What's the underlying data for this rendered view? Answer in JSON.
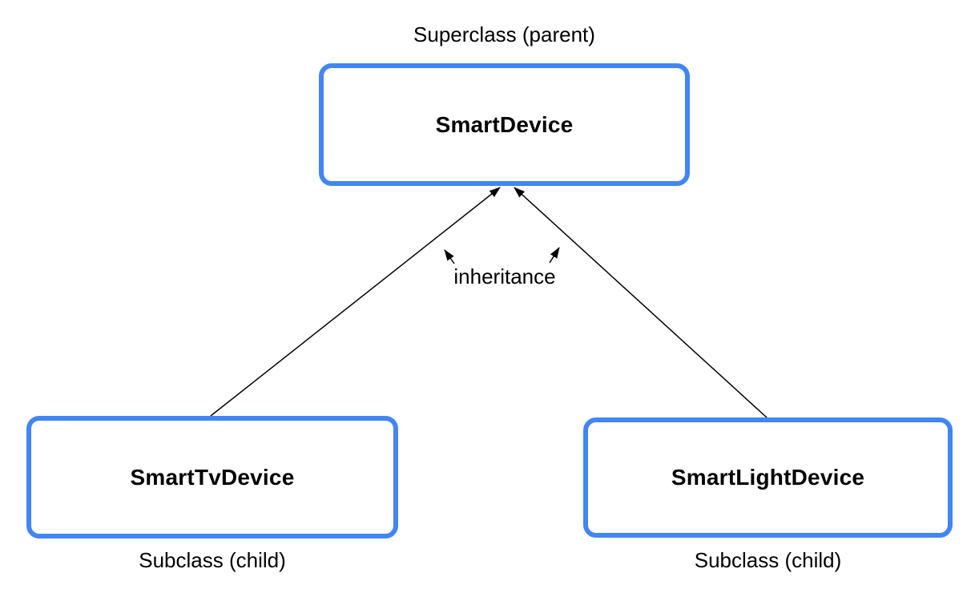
{
  "diagram": {
    "superclass": {
      "caption": "Superclass (parent)",
      "name": "SmartDevice"
    },
    "subclasses": [
      {
        "name": "SmartTvDevice",
        "caption": "Subclass (child)"
      },
      {
        "name": "SmartLightDevice",
        "caption": "Subclass (child)"
      }
    ],
    "edge_label": "inheritance",
    "colors": {
      "box_border": "#4285F4",
      "line": "#000000",
      "background": "#FFFFFF",
      "text": "#000000"
    }
  }
}
